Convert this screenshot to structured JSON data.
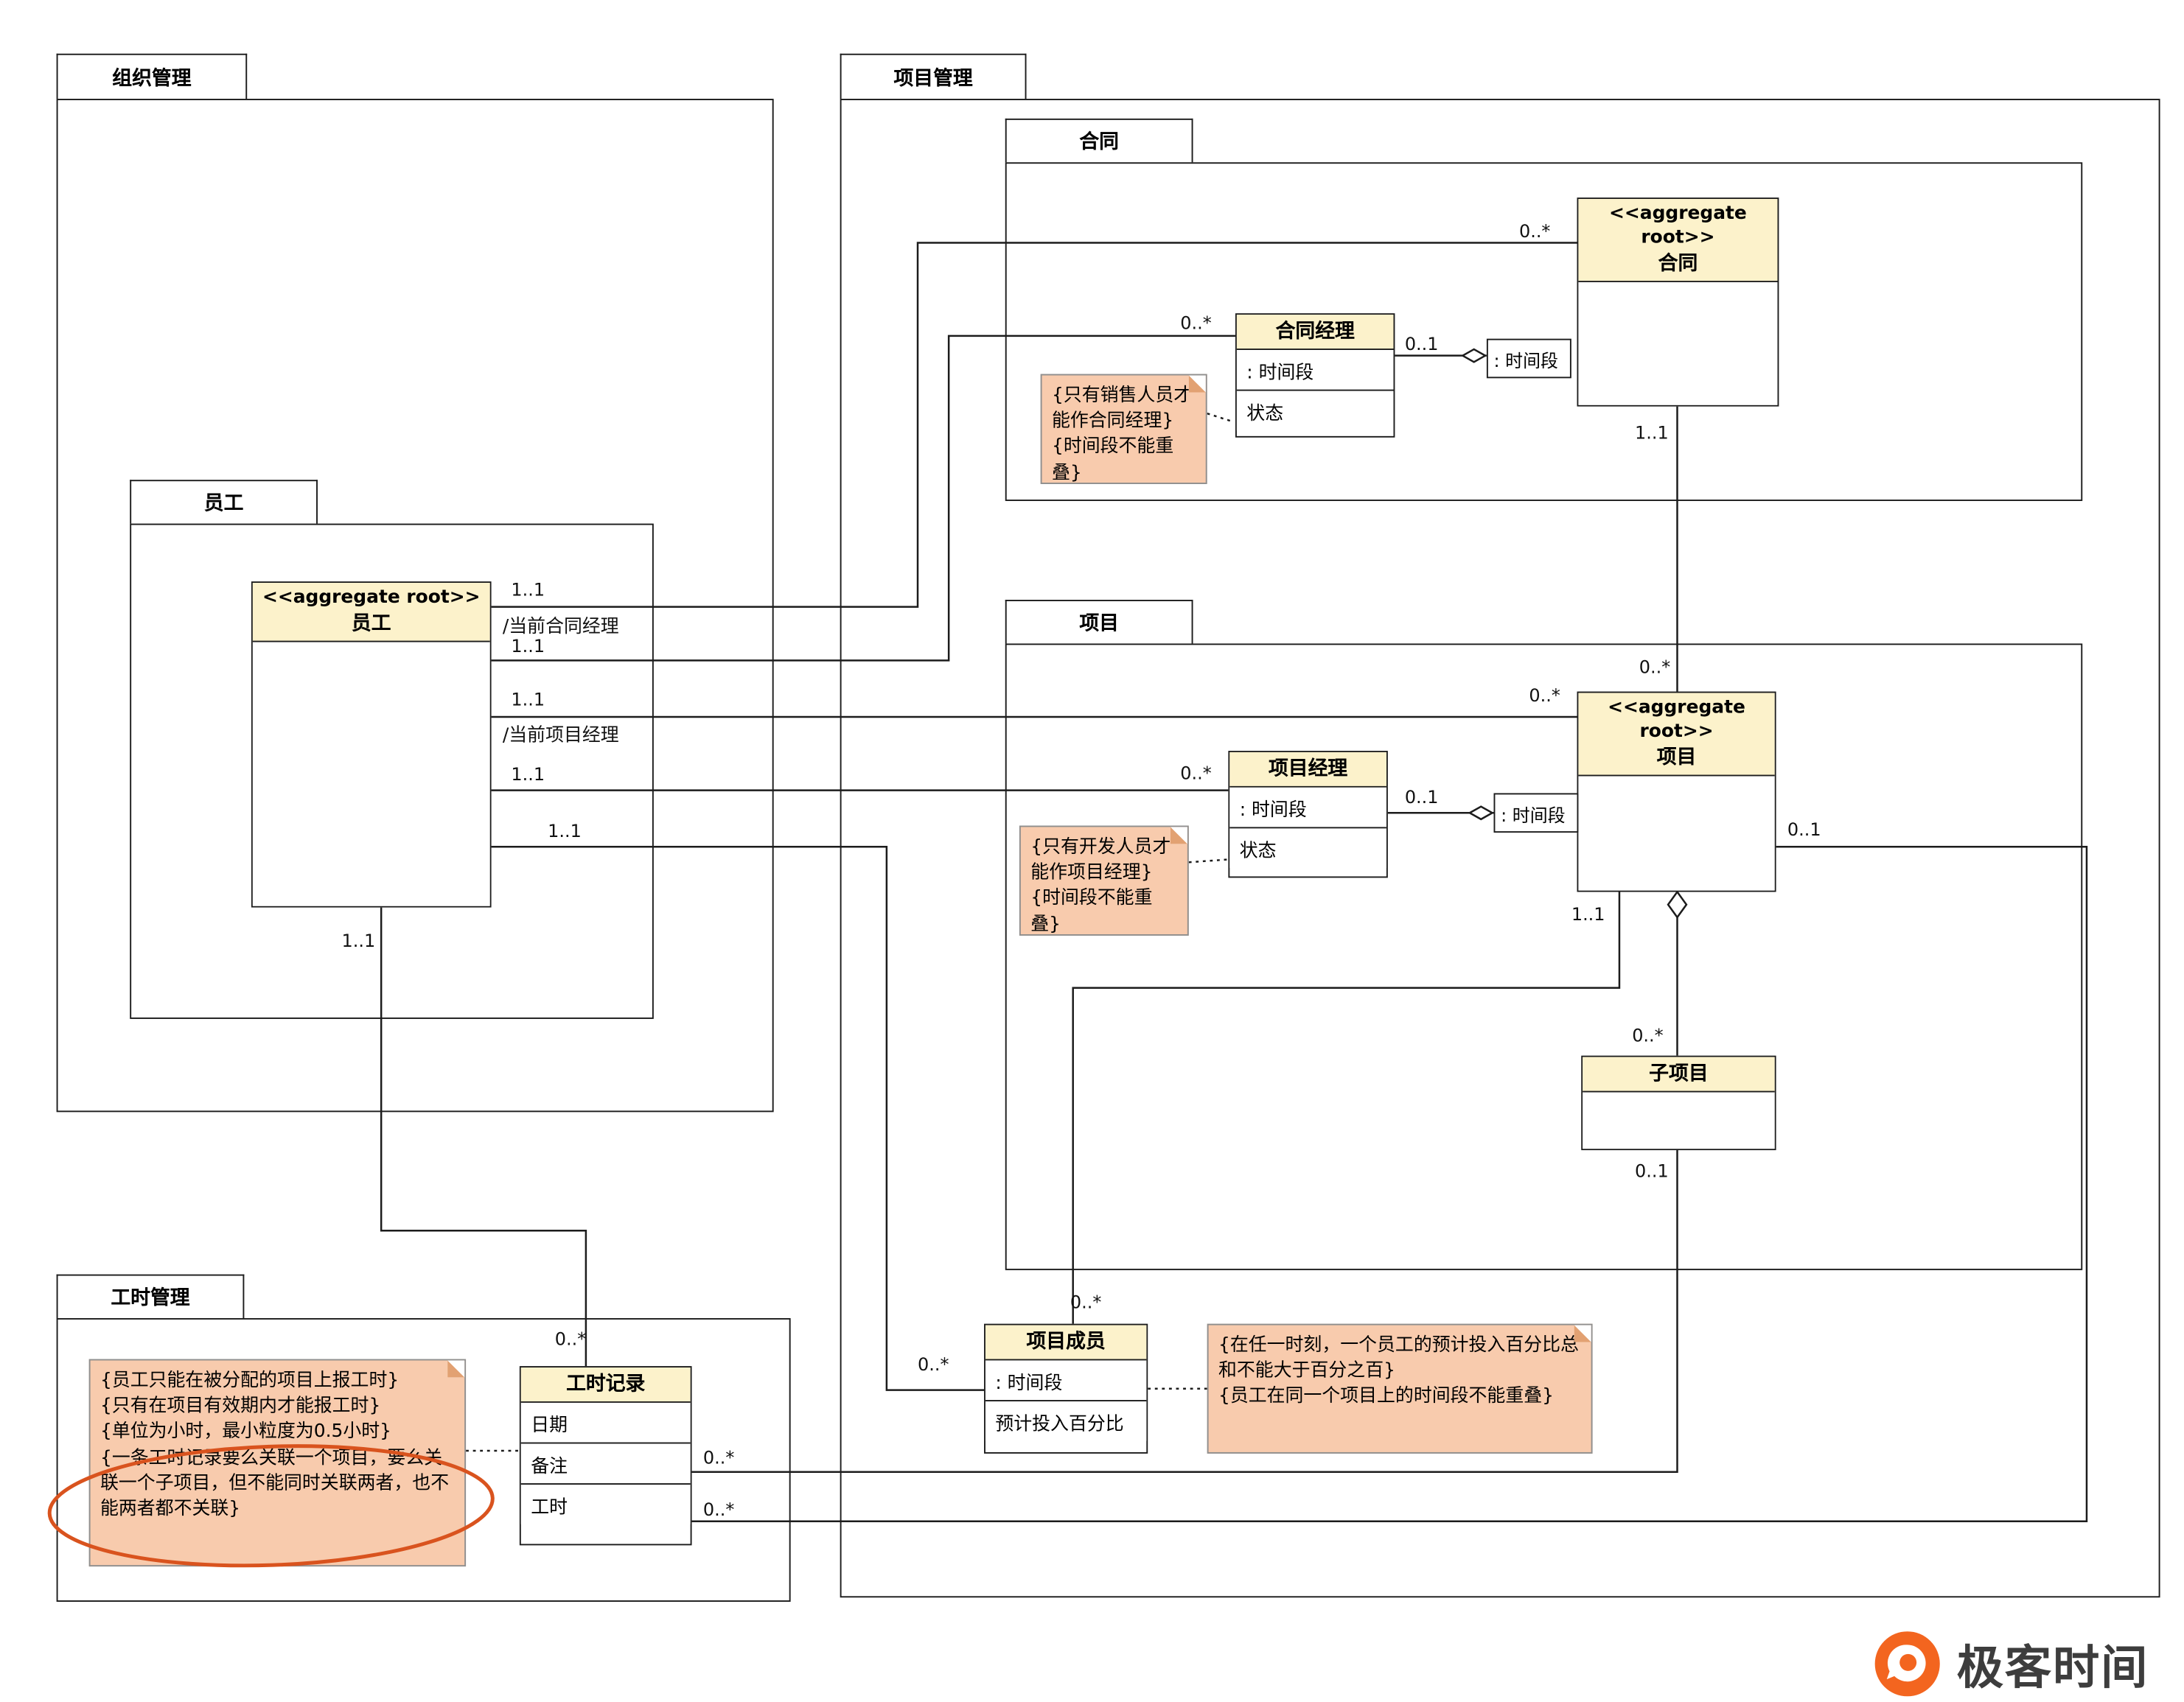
{
  "packages": {
    "org_management": {
      "label": "组织管理"
    },
    "project_management": {
      "label": "项目管理"
    },
    "contract_pkg": {
      "label": "合同"
    },
    "employee_pkg": {
      "label": "员工"
    },
    "project_pkg": {
      "label": "项目"
    },
    "timesheet_pkg": {
      "label": "工时管理"
    }
  },
  "classes": {
    "contract": {
      "stereotype": "<<aggregate root>>",
      "name": "合同"
    },
    "contract_manager": {
      "name": "合同经理",
      "attributes": [
        ": 时间段",
        "状态"
      ]
    },
    "contract_timespan": {
      "name": ": 时间段"
    },
    "employee": {
      "stereotype": "<<aggregate root>>",
      "name": "员工"
    },
    "project": {
      "stereotype": "<<aggregate root>>",
      "name": "项目"
    },
    "project_manager": {
      "name": "项目经理",
      "attributes": [
        ": 时间段",
        "状态"
      ]
    },
    "project_timespan": {
      "name": ": 时间段"
    },
    "subproject": {
      "name": "子项目"
    },
    "project_member": {
      "name": "项目成员",
      "attributes": [
        ": 时间段",
        "预计投入百分比"
      ]
    },
    "timesheet_record": {
      "name": "工时记录",
      "attributes": [
        "日期",
        "备注",
        "工时"
      ]
    }
  },
  "notes": {
    "contract_manager_rule": "{只有销售人员才能作合同经理}\n{时间段不能重叠}",
    "project_manager_rule": "{只有开发人员才能作项目经理}\n{时间段不能重叠}",
    "project_member_rule": "{在任一时刻，一个员工的预计投入百分比总和不能大于百分之百}\n{员工在同一个项目上的时间段不能重叠}",
    "timesheet_rule": "{员工只能在被分配的项目上报工时}\n{只有在项目有效期内才能报工时}\n{单位为小时，最小粒度为0.5小时}\n{一条工时记录要么关联一个项目，要么关联一个子项目，但不能同时关联两者，也不能两者都不关联}"
  },
  "labels": {
    "role_current_contract_manager": "/当前合同经理",
    "role_current_project_manager": "/当前项目经理",
    "m_emp_contract_emp": "1..1",
    "m_emp_contract_contract": "0..*",
    "m_emp_cm_emp": "1..1",
    "m_emp_cm_cm": "0..*",
    "m_emp_proj_emp": "1..1",
    "m_emp_proj_proj": "0..*",
    "m_emp_pm_emp": "1..1",
    "m_emp_pm_pm": "0..*",
    "m_emp_member_emp": "1..1",
    "m_emp_member_member": "0..*",
    "m_emp_record_emp": "1..1",
    "m_emp_record_record": "0..*",
    "m_cm_timespan": "0..1",
    "m_contract_proj_contract": "1..1",
    "m_contract_proj_proj": "0..*",
    "m_pm_timespan": "0..1",
    "m_proj_record_proj": "0..1",
    "m_proj_record_record": "0..*",
    "m_proj_member_proj": "1..1",
    "m_proj_member_member": "0..*",
    "m_proj_sub_sub": "0..*",
    "m_sub_record_sub": "0..1",
    "m_sub_record_record": "0..*"
  },
  "logo": {
    "text": "极客时间"
  },
  "colors": {
    "class_header_bg": "#FCF2CB",
    "note_bg": "#F8CBAD",
    "highlight_ellipse": "#D9531E",
    "logo_orange": "#F3651F",
    "line": "#1C1C1C"
  }
}
